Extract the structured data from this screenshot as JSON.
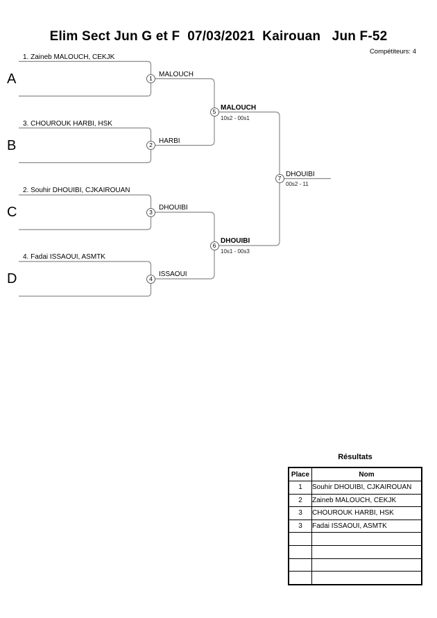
{
  "header": {
    "title": "Elim Sect Jun G et F  07/03/2021  Kairouan   Jun F-52",
    "competitors_label": "Compétiteurs: 4"
  },
  "bracket": {
    "seeds": [
      {
        "letter": "A",
        "entry": "1. Zaineb MALOUCH, CEKJK",
        "match_no": "1",
        "winner": "MALOUCH"
      },
      {
        "letter": "B",
        "entry": "3. CHOUROUK HARBI, HSK",
        "match_no": "2",
        "winner": "HARBI"
      },
      {
        "letter": "C",
        "entry": "2. Souhir DHOUIBI, CJKAIROUAN",
        "match_no": "3",
        "winner": "DHOUIBI"
      },
      {
        "letter": "D",
        "entry": "4. Fadai ISSAOUI, ASMTK",
        "match_no": "4",
        "winner": "ISSAOUI"
      }
    ],
    "semifinals": [
      {
        "match_no": "5",
        "winner": "MALOUCH",
        "score": "10s2 - 00s1"
      },
      {
        "match_no": "6",
        "winner": "DHOUIBI",
        "score": "10s1 - 00s3"
      }
    ],
    "final": {
      "match_no": "7",
      "winner": "DHOUIBI",
      "score": "00s2 - 11"
    }
  },
  "results": {
    "title": "Résultats",
    "columns": [
      "Place",
      "Nom"
    ],
    "rows": [
      {
        "place": "1",
        "name": "Souhir DHOUIBI, CJKAIROUAN"
      },
      {
        "place": "2",
        "name": "Zaineb MALOUCH, CEKJK"
      },
      {
        "place": "3",
        "name": "CHOUROUK HARBI, HSK"
      },
      {
        "place": "3",
        "name": "Fadai ISSAOUI, ASMTK"
      },
      {
        "place": "",
        "name": ""
      },
      {
        "place": "",
        "name": ""
      },
      {
        "place": "",
        "name": ""
      },
      {
        "place": "",
        "name": ""
      }
    ]
  },
  "colors": {
    "bracket_line": "#8a8a8a",
    "circle_stroke": "#5f5f5f",
    "text": "#000000"
  }
}
